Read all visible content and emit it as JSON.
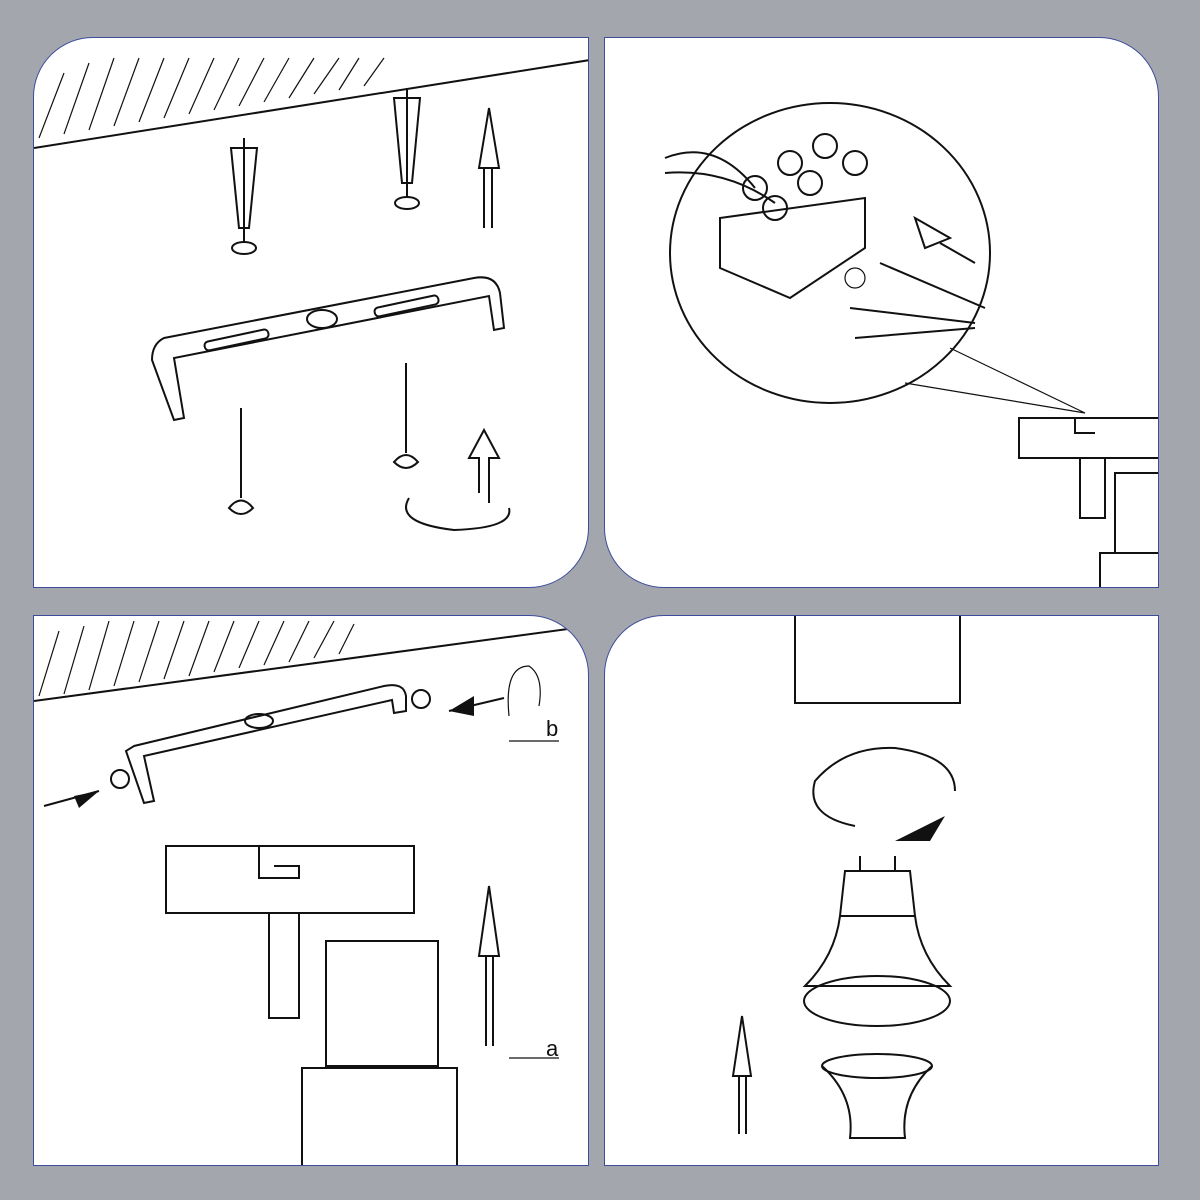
{
  "steps": [
    {
      "name": "mount-bracket"
    },
    {
      "name": "connect-wires"
    },
    {
      "name": "attach-fixture",
      "labels": {
        "b": "b",
        "a": "a"
      }
    },
    {
      "name": "insert-bulb"
    }
  ],
  "colors": {
    "background": "#a4a6ae",
    "panel_border": "#3d4c9c",
    "ink": "#111111"
  }
}
